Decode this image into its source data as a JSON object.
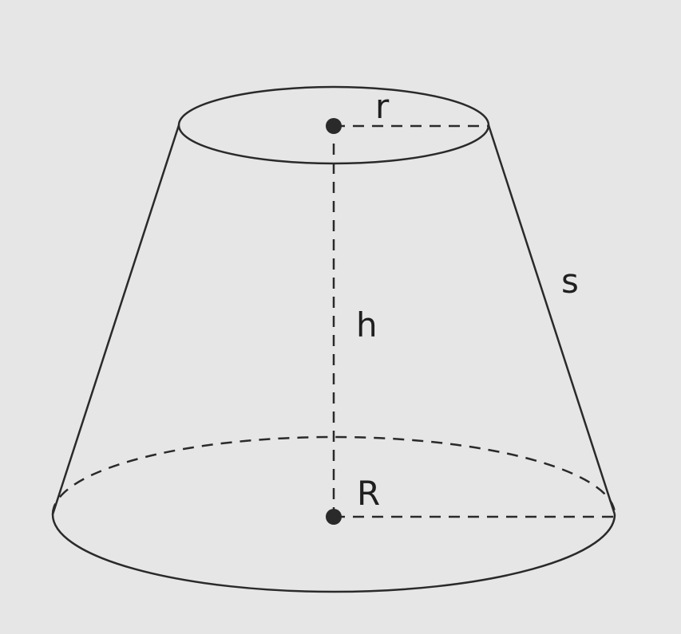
{
  "labels": {
    "top_radius": "r",
    "height": "h",
    "slant": "s",
    "base_radius": "R"
  },
  "colors": {
    "background": "#e6e6e6",
    "stroke": "#2a2a2a"
  }
}
